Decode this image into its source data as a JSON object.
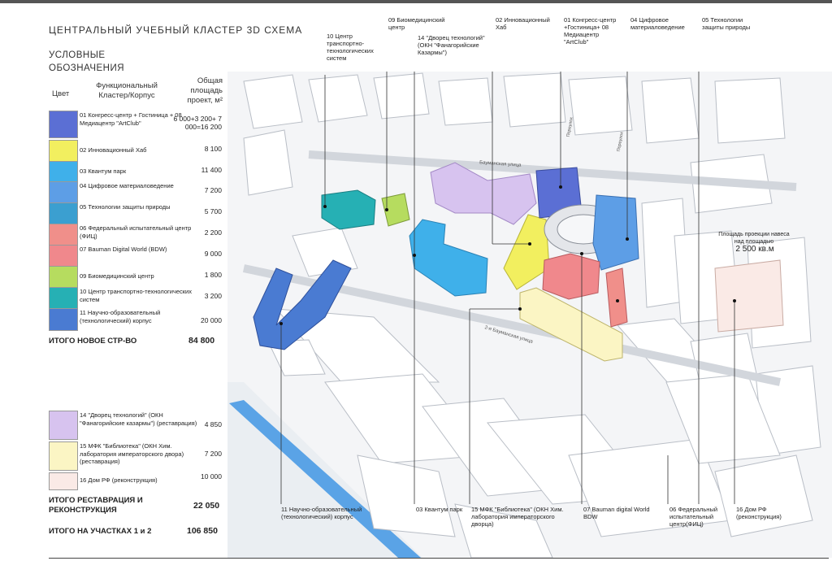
{
  "title": "ЦЕНТРАЛЬНЫЙ УЧЕБНЫЙ КЛАСТЕР 3D СХЕМА",
  "legend": {
    "heading": "УСЛОВНЫЕ ОБОЗНАЧЕНИЯ",
    "col_color": "Цвет",
    "col_cluster": "Функциональный Кластер/Корпус",
    "col_area": "Общая площадь проект, м²",
    "rows": [
      {
        "label": "01 Конгресс-центр + Гостиница + 08 Медиацентр \"ArtClub\"",
        "value": "6 000+3 200+ 7 000=16 200",
        "color": "#5b6fd4"
      },
      {
        "label": "02 Инновационный Хаб",
        "value": "8 100",
        "color": "#f2ef5f"
      },
      {
        "label": "03 Квантум парк",
        "value": "11 400",
        "color": "#3fb0ea"
      },
      {
        "label": "04 Цифровое материаловедение",
        "value": "7 200",
        "color": "#5d9ee6"
      },
      {
        "label": "05 Технологии защиты природы",
        "value": "5 700",
        "color": "#3b9fd0"
      },
      {
        "label": "06 Федеральный испытательный центр (ФИЦ)",
        "value": "2 200",
        "color": "#f08f8a"
      },
      {
        "label": "07 Bauman Digital World (BDW)",
        "value": "9 000",
        "color": "#f0888c"
      },
      {
        "label": "09 Биомедицинский центр",
        "value": "1 800",
        "color": "#b6dc5f"
      },
      {
        "label": "10 Центр транспортно-технологических систем",
        "value": "3 200",
        "color": "#26b0b4"
      },
      {
        "label": "11 Научно-образовательный (технологический) корпус",
        "value": "20 000",
        "color": "#4a7bd2"
      }
    ],
    "total_new_label": "ИТОГО НОВОЕ СТР-ВО",
    "total_new_value": "84 800",
    "restoration_rows": [
      {
        "label": "14 \"Дворец технологий\" (ОКН \"Фанагорийские казармы\") (реставрация)",
        "value": "4 850",
        "color": "#d7c3ef"
      },
      {
        "label": "15 МФК \"Библиотека\" (ОКН Хим. лаборатория императорского двора) (реставрация)",
        "value": "7 200",
        "color": "#fbf5c4"
      },
      {
        "label": "16 Дом РФ (реконструкция)",
        "value": "10 000",
        "color": "#faeae6"
      }
    ],
    "total_rest_label": "ИТОГО РЕСТАВРАЦИЯ И РЕКОНСТРУКЦИЯ",
    "total_rest_value": "22 050",
    "total_all_label": "ИТОГО НА УЧАСТКАХ 1 и 2",
    "total_all_value": "106 850"
  },
  "callouts_top": [
    {
      "text": "10 Центр транспортно-технологических систем"
    },
    {
      "text": "09 Биомедицинский центр"
    },
    {
      "text": "14 \"Дворец технологий\" (ОКН \"Фанагорийские Казармы\")"
    },
    {
      "text": "02 Инновационный Хаб"
    },
    {
      "text": "01 Конгресс-центр +Гостиница+ 08 Медиацентр \"ArtClub\""
    },
    {
      "text": "04 Цифровое материаловедение"
    },
    {
      "text": "05 Технологии защиты природы"
    }
  ],
  "callouts_bottom": [
    {
      "text": "11 Научно-образовательный (технологический) корпус"
    },
    {
      "text": "03 Квантум парк"
    },
    {
      "text": "15 МФК \"Библиотека\" (ОКН Хим. лаборатория императорского дворца)"
    },
    {
      "text": "07 Bauman digital World BDW"
    },
    {
      "text": "06 Федеральный испытательный центр(ФИЦ)"
    },
    {
      "text": "16 Дом РФ (реконструкция)"
    }
  ],
  "map_labels": {
    "street1": "Бауманская улица",
    "street2": "2-я Бауманская улица",
    "lane1": "Переулок",
    "lane2": "Переулок",
    "canopy": "Площадь проекции навеса над площадью",
    "canopy_area": "2 500 кв.м"
  }
}
